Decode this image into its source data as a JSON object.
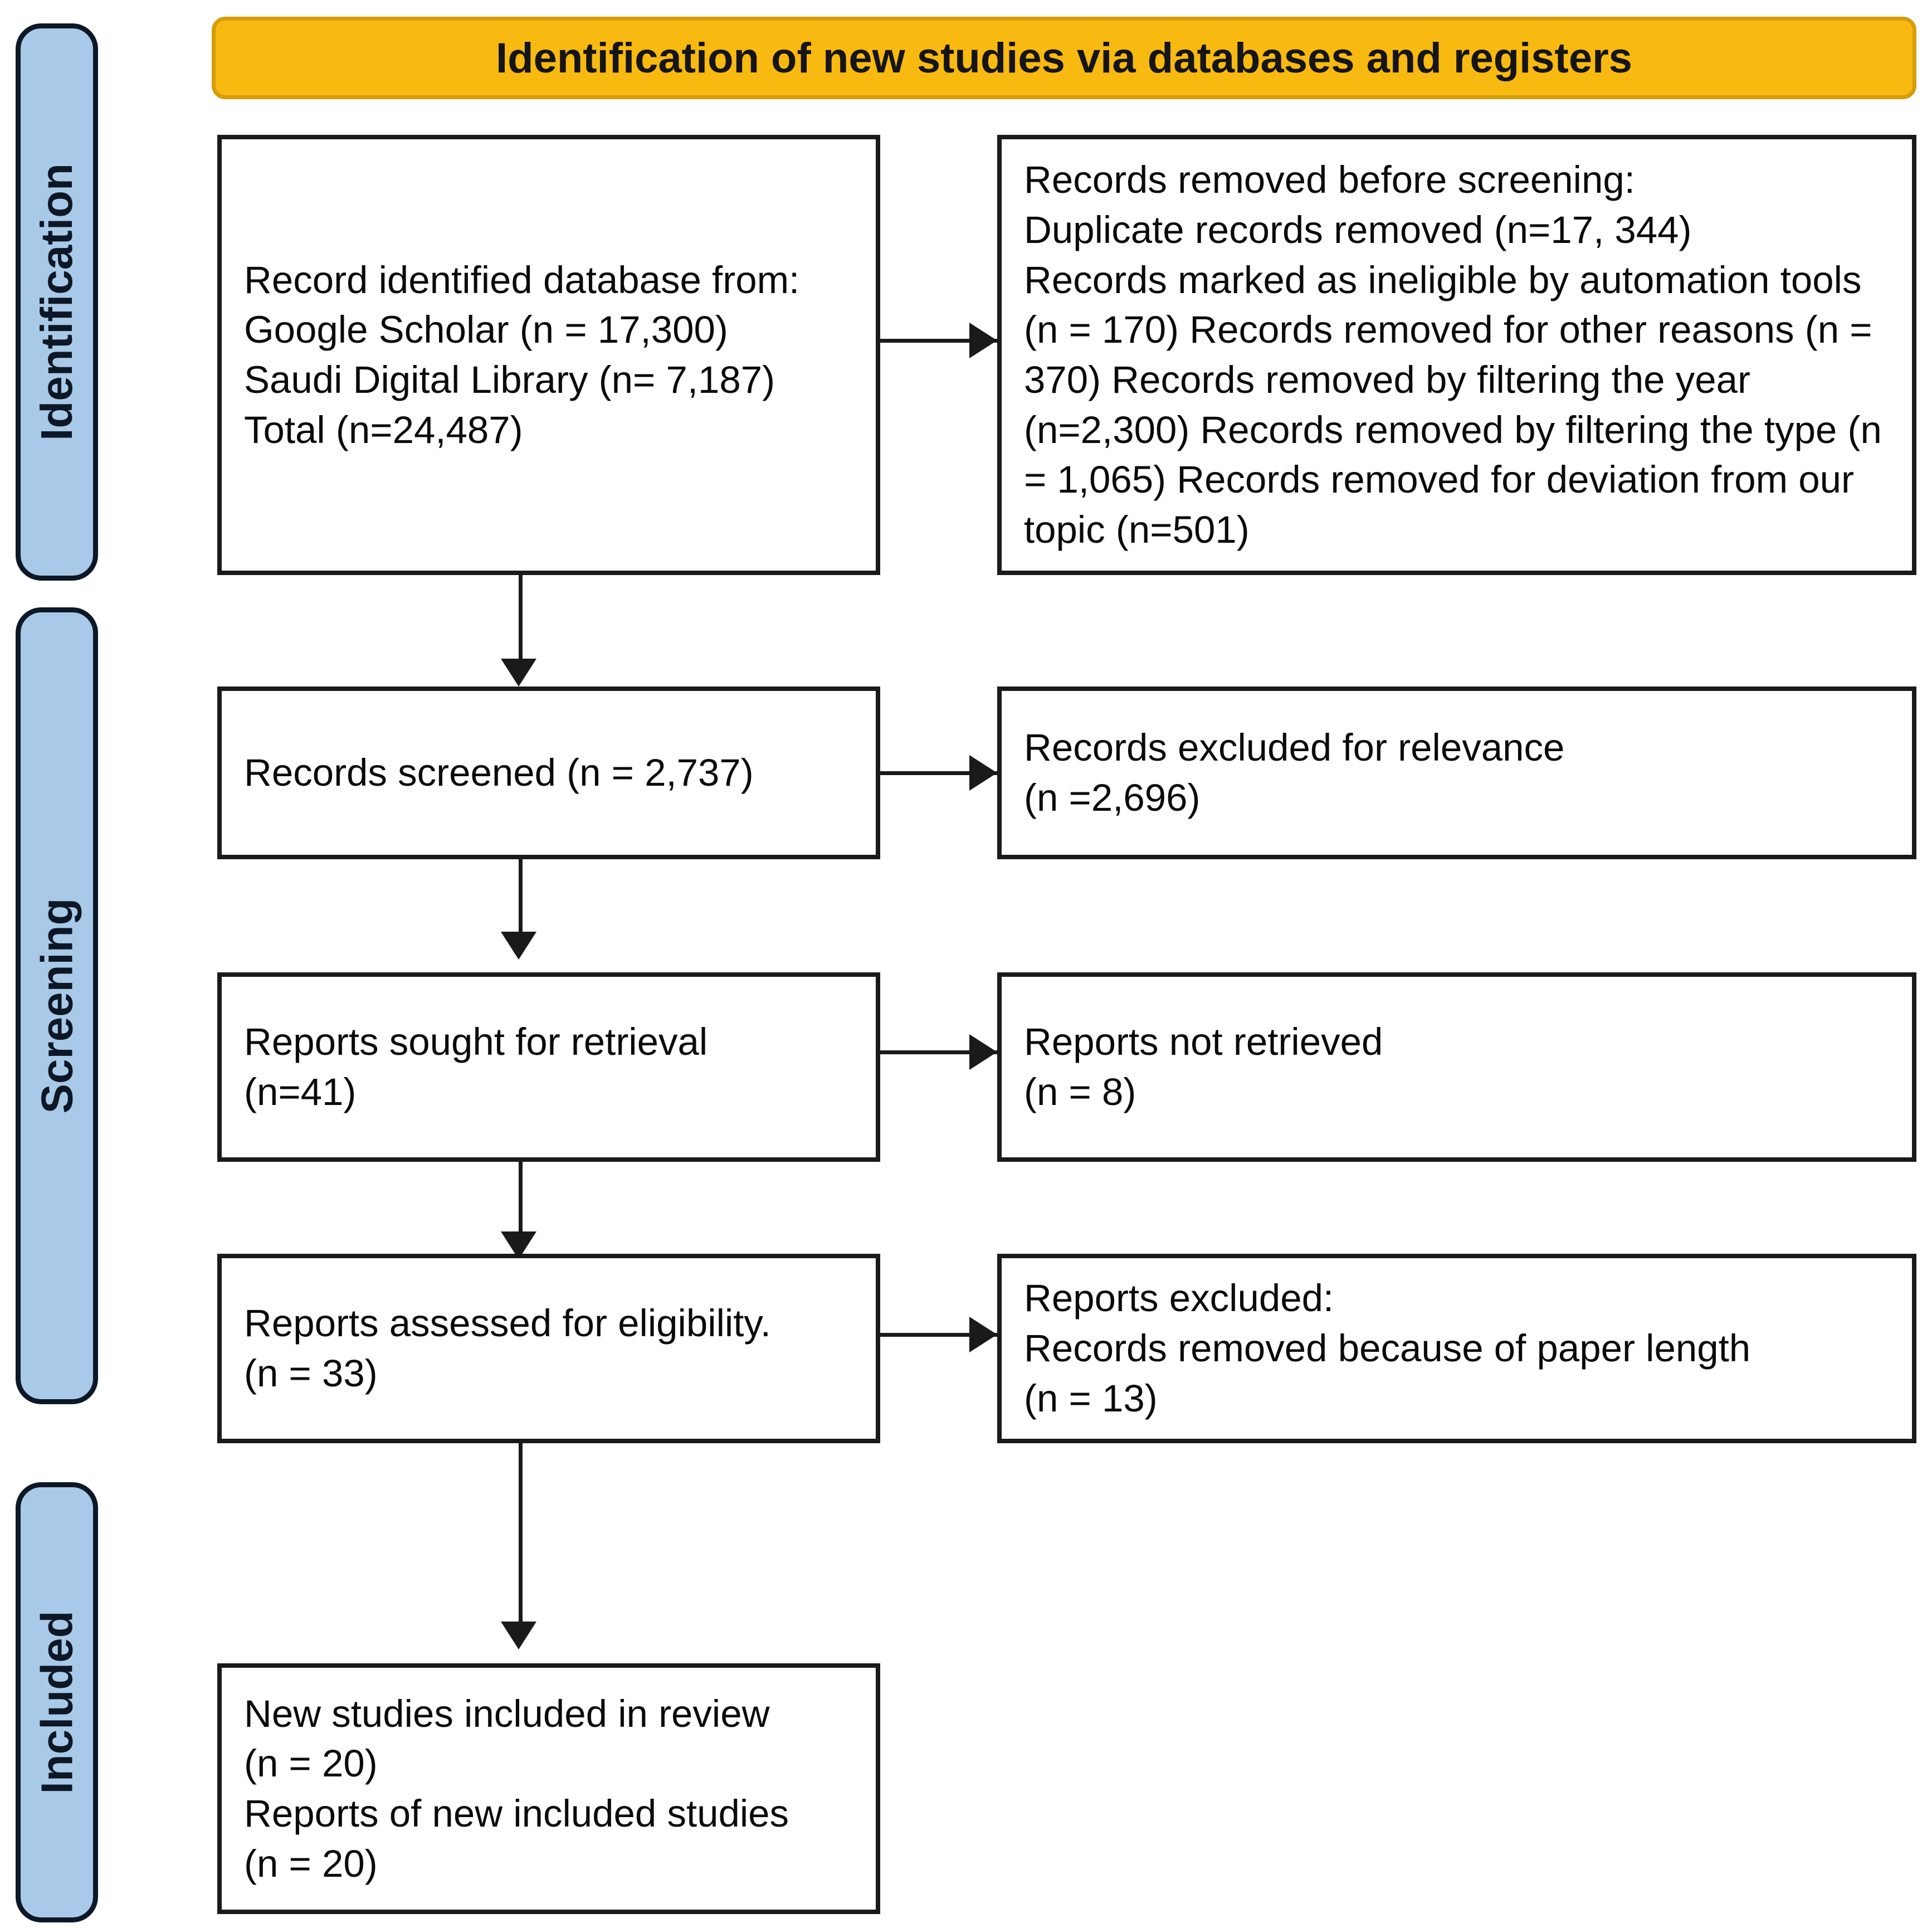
{
  "banner": {
    "title": "Identification of new studies via databases and registers"
  },
  "stages": [
    {
      "label": "Identification"
    },
    {
      "label": "Screening"
    },
    {
      "label": "Included"
    }
  ],
  "flow": {
    "identification": {
      "source_box": "Record identified database from:\nGoogle Scholar (n = 17,300)\nSaudi Digital Library (n= 7,187)\nTotal (n=24,487)",
      "removed_box": "Records removed before screening:\nDuplicate records removed (n=17, 344)\nRecords marked as ineligible by automation tools (n = 170) Records removed for other reasons (n = 370) Records removed by filtering the year (n=2,300) Records removed by filtering the type (n = 1,065) Records removed for deviation from our topic (n=501)"
    },
    "screening": {
      "screened_box": "Records screened (n = 2,737)",
      "excluded_box": "Records excluded for relevance\n(n =2,696)",
      "sought_box": "Reports sought for retrieval\n(n=41)",
      "not_retrieved_box": "Reports not retrieved\n(n = 8)",
      "assessed_box": "Reports assessed for eligibility.\n(n = 33)",
      "reports_excluded_box": "Reports excluded:\nRecords removed because of paper length\n(n = 13)"
    },
    "included": {
      "included_box": "New studies included in review\n(n = 20)\nReports of new included studies\n(n = 20)"
    }
  },
  "colors": {
    "banner_fill": "#f8b911",
    "banner_border": "#d69d0b",
    "stage_fill": "#a8cae8",
    "stage_border": "#0d1726",
    "box_border": "#1a1a1a",
    "text": "#0a0a0a"
  }
}
